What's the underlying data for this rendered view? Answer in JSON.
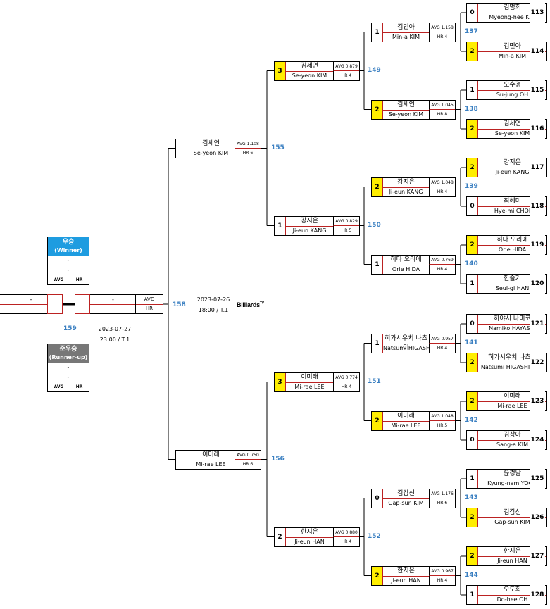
{
  "colors": {
    "winner_score": "#ffee00",
    "match_number": "#3a7fc1",
    "winner_header": "#1e9ce0",
    "runnerup_header": "#777777",
    "divider": "#b22222"
  },
  "labels": {
    "avg": "AVG",
    "hr": "HR"
  },
  "round1": [
    {
      "seed": "113",
      "score": "0",
      "ko": "김명희",
      "en": "Myeong-hee KIM"
    },
    {
      "seed": "114",
      "score": "2",
      "ko": "김민아",
      "en": "Min-a KIM",
      "win": true
    },
    {
      "seed": "115",
      "score": "1",
      "ko": "오수경",
      "en": "Su-jung OH"
    },
    {
      "seed": "116",
      "score": "2",
      "ko": "김세연",
      "en": "Se-yeon KIM",
      "win": true
    },
    {
      "seed": "117",
      "score": "2",
      "ko": "강지은",
      "en": "Ji-eun KANG",
      "win": true
    },
    {
      "seed": "118",
      "score": "0",
      "ko": "최혜미",
      "en": "Hye-mi CHOI"
    },
    {
      "seed": "119",
      "score": "2",
      "ko": "히다 오리에",
      "en": "Orie HIDA",
      "win": true
    },
    {
      "seed": "120",
      "score": "1",
      "ko": "한슬기",
      "en": "Seul-gi HAN"
    },
    {
      "seed": "121",
      "score": "0",
      "ko": "하야시 나미코",
      "en": "Namiko HAYASHI"
    },
    {
      "seed": "122",
      "score": "2",
      "ko": "히가시우치 나츠미",
      "en": "Natsumi HIGASHIUCHI",
      "win": true
    },
    {
      "seed": "123",
      "score": "2",
      "ko": "이미래",
      "en": "Mi-rae LEE",
      "win": true
    },
    {
      "seed": "124",
      "score": "0",
      "ko": "김상아",
      "en": "Sang-a KIM"
    },
    {
      "seed": "125",
      "score": "1",
      "ko": "윤경남",
      "en": "Kyung-nam YOON"
    },
    {
      "seed": "126",
      "score": "2",
      "ko": "김갑선",
      "en": "Gap-sun KIM",
      "win": true
    },
    {
      "seed": "127",
      "score": "2",
      "ko": "한지은",
      "en": "Ji-eun HAN",
      "win": true
    },
    {
      "seed": "128",
      "score": "1",
      "ko": "오도희",
      "en": "Do-hee OH"
    }
  ],
  "round1_matches": [
    "137",
    "138",
    "139",
    "140",
    "141",
    "142",
    "143",
    "144"
  ],
  "round2": [
    {
      "score": "1",
      "ko": "김민아",
      "en": "Min-a KIM",
      "avg": "AVG 1.158",
      "hr": "HR 4"
    },
    {
      "score": "2",
      "ko": "김세연",
      "en": "Se-yeon KIM",
      "avg": "AVG 1.045",
      "hr": "HR 8",
      "win": true
    },
    {
      "score": "2",
      "ko": "강지은",
      "en": "Ji-eun KANG",
      "avg": "AVG 1.048",
      "hr": "HR 4",
      "win": true
    },
    {
      "score": "1",
      "ko": "히다 오리에",
      "en": "Orie HIDA",
      "avg": "AVG 0.769",
      "hr": "HR 4"
    },
    {
      "score": "1",
      "ko": "히가시우치 나츠미",
      "en": "Natsumi HIGASHIUCHI",
      "avg": "AVG 0.957",
      "hr": "HR 4"
    },
    {
      "score": "2",
      "ko": "이미래",
      "en": "Mi-rae LEE",
      "avg": "AVG 1.048",
      "hr": "HR 5",
      "win": true
    },
    {
      "score": "0",
      "ko": "김갑선",
      "en": "Gap-sun KIM",
      "avg": "AVG 1.176",
      "hr": "HR 6"
    },
    {
      "score": "2",
      "ko": "한지은",
      "en": "Ji-eun HAN",
      "avg": "AVG 0.967",
      "hr": "HR 4",
      "win": true
    }
  ],
  "round2_matches": [
    "149",
    "150",
    "151",
    "152"
  ],
  "round3": [
    {
      "score": "3",
      "ko": "김세연",
      "en": "Se-yeon KIM",
      "avg": "AVG 0.879",
      "hr": "HR 4",
      "win": true
    },
    {
      "score": "1",
      "ko": "강지은",
      "en": "Ji-eun KANG",
      "avg": "AVG 0.829",
      "hr": "HR 5"
    },
    {
      "score": "3",
      "ko": "이미래",
      "en": "Mi-rae LEE",
      "avg": "AVG 0.774",
      "hr": "HR 4",
      "win": true
    },
    {
      "score": "2",
      "ko": "한지은",
      "en": "Ji-eun HAN",
      "avg": "AVG 0.880",
      "hr": "HR 4"
    }
  ],
  "round3_matches": [
    "155",
    "156"
  ],
  "round4": [
    {
      "score": "",
      "ko": "김세연",
      "en": "Se-yeon KIM",
      "avg": "AVG 1.108",
      "hr": "HR 6"
    },
    {
      "score": "",
      "ko": "이미래",
      "en": "Mi-rae LEE",
      "avg": "AVG 0.750",
      "hr": "HR 6"
    }
  ],
  "semifinal": {
    "match": "158",
    "date": "2023-07-26",
    "time": "18:00 / T.1",
    "logo": "Billiards",
    "logo_sup": "TV",
    "placeholder": "-",
    "avg": "AVG",
    "hr": "HR"
  },
  "final": {
    "match": "159",
    "date": "2023-07-27",
    "time": "23:00 / T.1",
    "placeholder": "-"
  },
  "winner": {
    "ko": "우승",
    "en": "(Winner)",
    "rows": [
      "-",
      "-"
    ]
  },
  "runnerup": {
    "ko": "준우승",
    "en": "(Runner-up)",
    "rows": [
      "-",
      "-"
    ]
  }
}
